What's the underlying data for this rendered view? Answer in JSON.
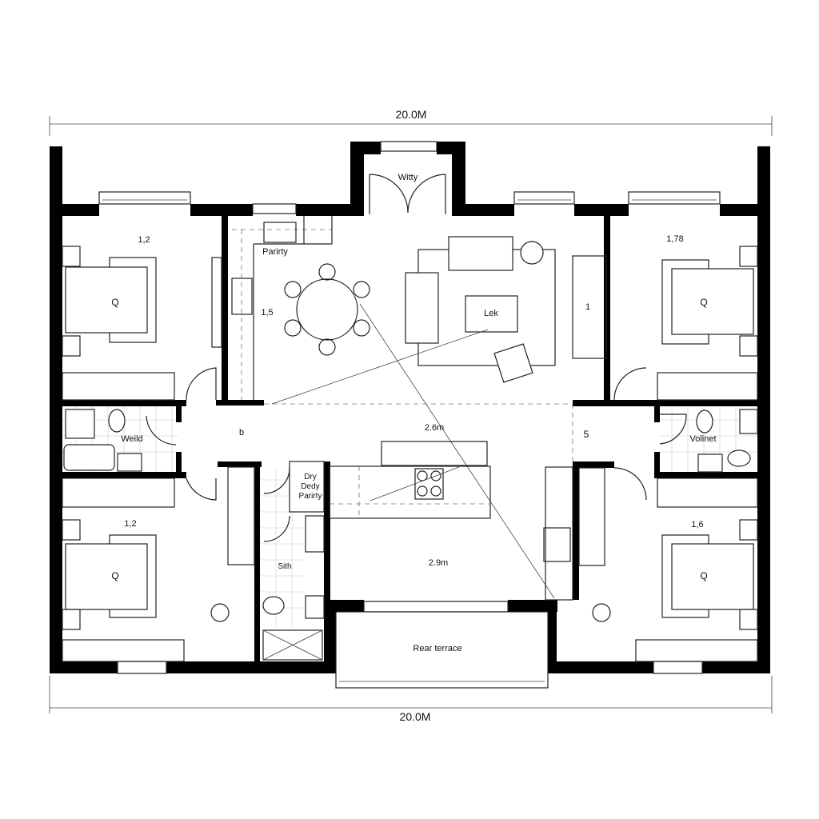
{
  "dimensions": {
    "top": "20.0M",
    "bottom": "20.0M"
  },
  "rooms": {
    "entry": "Witty",
    "pantry": "Parirty",
    "dining_dim": "1,5",
    "living_table": "Lek",
    "living_door_mark": "1",
    "bedroom_top_left": {
      "dim": "1,2",
      "bed": "Q"
    },
    "bedroom_top_right": {
      "dim": "1,78",
      "bed": "Q"
    },
    "bedroom_bottom_left": {
      "dim": "1,2",
      "bed": "Q"
    },
    "bedroom_bottom_right": {
      "dim": "1,6",
      "bed": "Q"
    },
    "bath_left": "Weild",
    "bath_right": "Volinet",
    "hall_left": "b",
    "hall_right": "5",
    "dry_pantry": [
      "Dry",
      "Dedy",
      "Parirty"
    ],
    "bath_center": "Sith",
    "kitchen_dim_top": "2.6m",
    "kitchen_dim_bottom": "2.9m",
    "terrace": "Rear terrace"
  },
  "colors": {
    "walls": "#000000",
    "lines": "#222222",
    "background": "#ffffff"
  }
}
